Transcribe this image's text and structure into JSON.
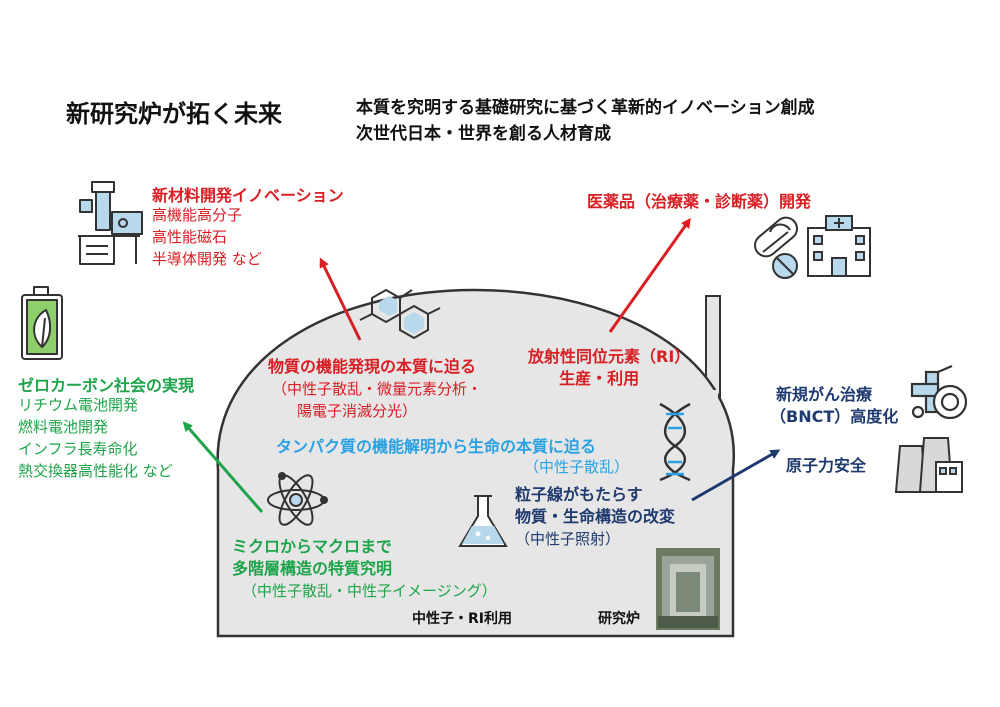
{
  "header": {
    "title": "新研究炉が拓く未来",
    "subtitle_line1": "本質を究明する基礎研究に基づく革新的イノベーション創成",
    "subtitle_line2": "次世代日本・世界を創る人材育成"
  },
  "materials": {
    "heading": "新材料開発イノベーション",
    "items": [
      "高機能高分子",
      "高性能磁石",
      "半導体開発 など"
    ]
  },
  "medicine": {
    "heading": "医薬品（治療薬・診断薬）開発"
  },
  "zero_carbon": {
    "heading": "ゼロカーボン社会の実現",
    "items": [
      "リチウム電池開発",
      "燃料電池開発",
      "インフラ長寿命化",
      "熱交換器高性能化 など"
    ]
  },
  "cancer": {
    "line1": "新規がん治療",
    "line2": "（BNCT）高度化"
  },
  "nuclear_safety": {
    "label": "原子力安全"
  },
  "dome": {
    "function_origin": {
      "line1": "物質の機能発現の本質に迫る",
      "line2": "（中性子散乱・微量元素分析・",
      "line3": "陽電子消滅分光）"
    },
    "radioisotope": {
      "line1": "放射性同位元素（RI）",
      "line2": "生産・利用"
    },
    "protein": {
      "line1": "タンパク質の機能解明から生命の本質に迫る",
      "line2": "（中性子散乱）"
    },
    "particle": {
      "line1": "粒子線がもたらす",
      "line2": "物質・生命構造の改変",
      "line3": "（中性子照射）"
    },
    "hierarchy": {
      "line1": "ミクロからマクロまで",
      "line2": "多階層構造の特質究明",
      "line3": "（中性子散乱・中性子イメージング）"
    },
    "bottom_label": "中性子・RI利用",
    "reactor_label": "研究炉"
  },
  "colors": {
    "red": "#d91e24",
    "green": "#1ea44a",
    "blue": "#2aa1e3",
    "navy": "#1f3a6e",
    "dome_fill": "#e6e6e6"
  },
  "icons": [
    "lab-equipment-icon",
    "battery-leaf-icon",
    "pill-icon",
    "hospital-icon",
    "wheelchair-icon",
    "power-plant-icon",
    "molecule-icon",
    "dna-icon",
    "atom-icon",
    "flask-icon",
    "reactor-photo"
  ]
}
